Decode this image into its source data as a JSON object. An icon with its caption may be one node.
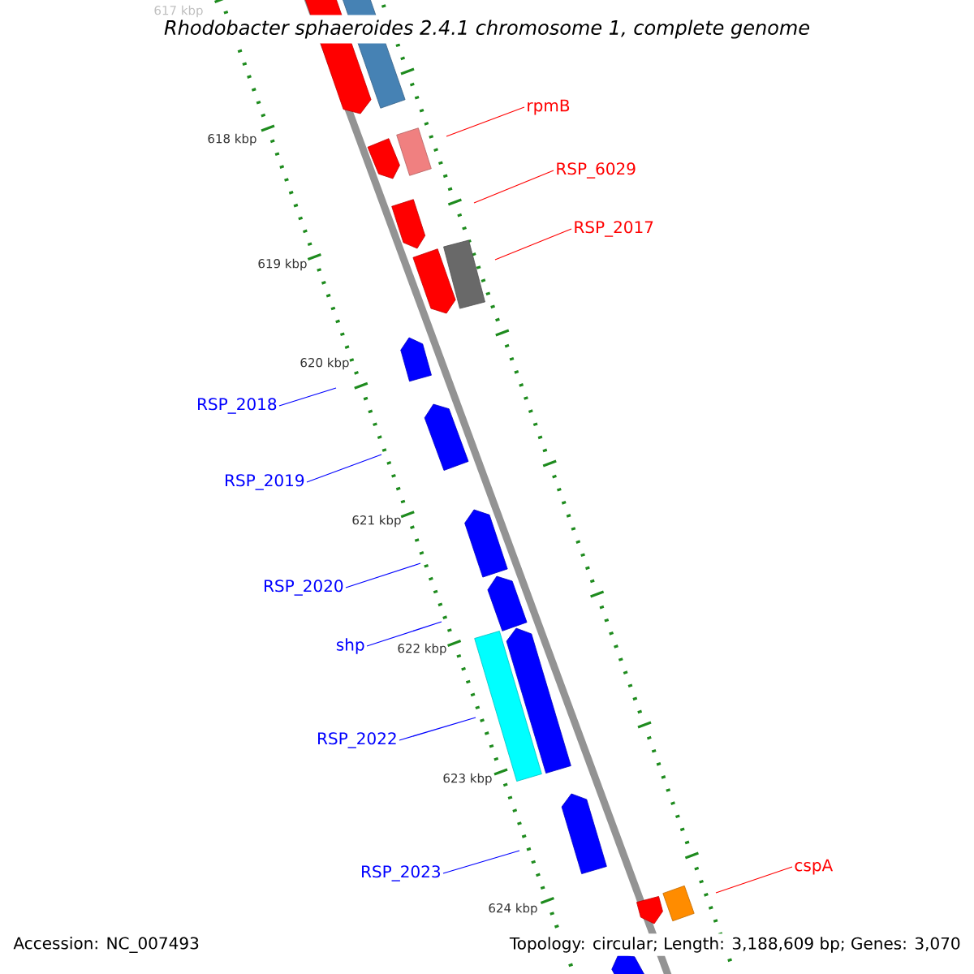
{
  "diagram": {
    "title": "Rhodobacter sphaeroides 2.4.1 chromosome 1, complete genome",
    "nodes": [
      {
        "text": [
          "rpmB"
        ]
      },
      {
        "text": [
          "RSP_6029"
        ]
      },
      {
        "text": [
          "RSP_2017"
        ]
      },
      {
        "text": [
          "RSP_2018"
        ]
      },
      {
        "text": [
          "RSP_2019"
        ]
      },
      {
        "text": [
          "RSP_2020"
        ]
      },
      {
        "text": [
          "shp"
        ]
      },
      {
        "text": [
          "RSP_2022"
        ]
      },
      {
        "text": [
          "RSP_2023"
        ]
      },
      {
        "text": [
          "cspA"
        ]
      }
    ],
    "edges": [
      {
        "from": 0,
        "to": null,
        "arrow": "none",
        "color": "#ff0000"
      },
      {
        "from": 1,
        "to": null,
        "arrow": "none",
        "color": "#ff0000"
      },
      {
        "from": 2,
        "to": null,
        "arrow": "none",
        "color": "#ff0000"
      },
      {
        "from": 3,
        "to": null,
        "arrow": "none"
      },
      {
        "from": 4,
        "to": null,
        "arrow": "none"
      },
      {
        "from": 5,
        "to": null,
        "arrow": "none"
      },
      {
        "from": 6,
        "to": null,
        "arrow": "none"
      },
      {
        "from": 7,
        "to": null,
        "arrow": "none"
      },
      {
        "from": 8,
        "to": null,
        "arrow": "none"
      },
      {
        "from": 9,
        "to": null,
        "arrow": "none",
        "color": "#ff0000"
      }
    ],
    "labels": [
      "617 kbp",
      "618 kbp",
      "619 kbp",
      "620 kbp",
      "621 kbp",
      "622 kbp",
      "623 kbp",
      "624 kbp",
      "Accession: NC_007493",
      "Topology: circular; Length: 3,188,609 bp; Genes: 3,070"
    ]
  }
}
